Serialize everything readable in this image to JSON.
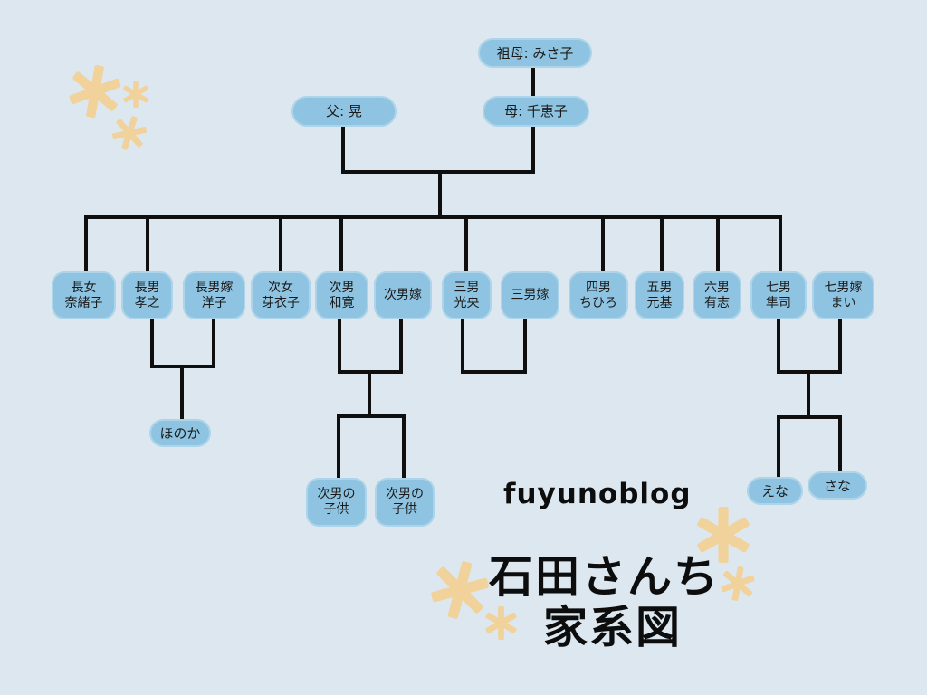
{
  "watermark": "fuyunoblog",
  "title": {
    "line1": "石田さんち",
    "line2": "家系図"
  },
  "colors": {
    "background": "#dde7f0",
    "node_fill": "#8ec4e1",
    "line": "#0f0f0f",
    "sparkle": "#f0d29a",
    "text": "#1b1b1b"
  },
  "icons": {
    "sparkle": "six-point-asterisk-sparkle"
  },
  "tree": {
    "grandmother": {
      "label": "祖母: みさ子"
    },
    "father": {
      "label": "父: 晃"
    },
    "mother": {
      "label": "母: 千恵子"
    },
    "generation2": [
      {
        "label": "長女\n奈緒子"
      },
      {
        "label": "長男\n孝之"
      },
      {
        "label": "長男嫁\n洋子"
      },
      {
        "label": "次女\n芽衣子"
      },
      {
        "label": "次男\n和寛"
      },
      {
        "label": "次男嫁"
      },
      {
        "label": "三男\n光央"
      },
      {
        "label": "三男嫁"
      },
      {
        "label": "四男\nちひろ"
      },
      {
        "label": "五男\n元基"
      },
      {
        "label": "六男\n有志"
      },
      {
        "label": "七男\n隼司"
      },
      {
        "label": "七男嫁\nまい"
      }
    ],
    "generation3": [
      {
        "label": "ほのか"
      },
      {
        "label": "次男の\n子供"
      },
      {
        "label": "次男の\n子供"
      },
      {
        "label": "えな"
      },
      {
        "label": "さな"
      }
    ]
  }
}
